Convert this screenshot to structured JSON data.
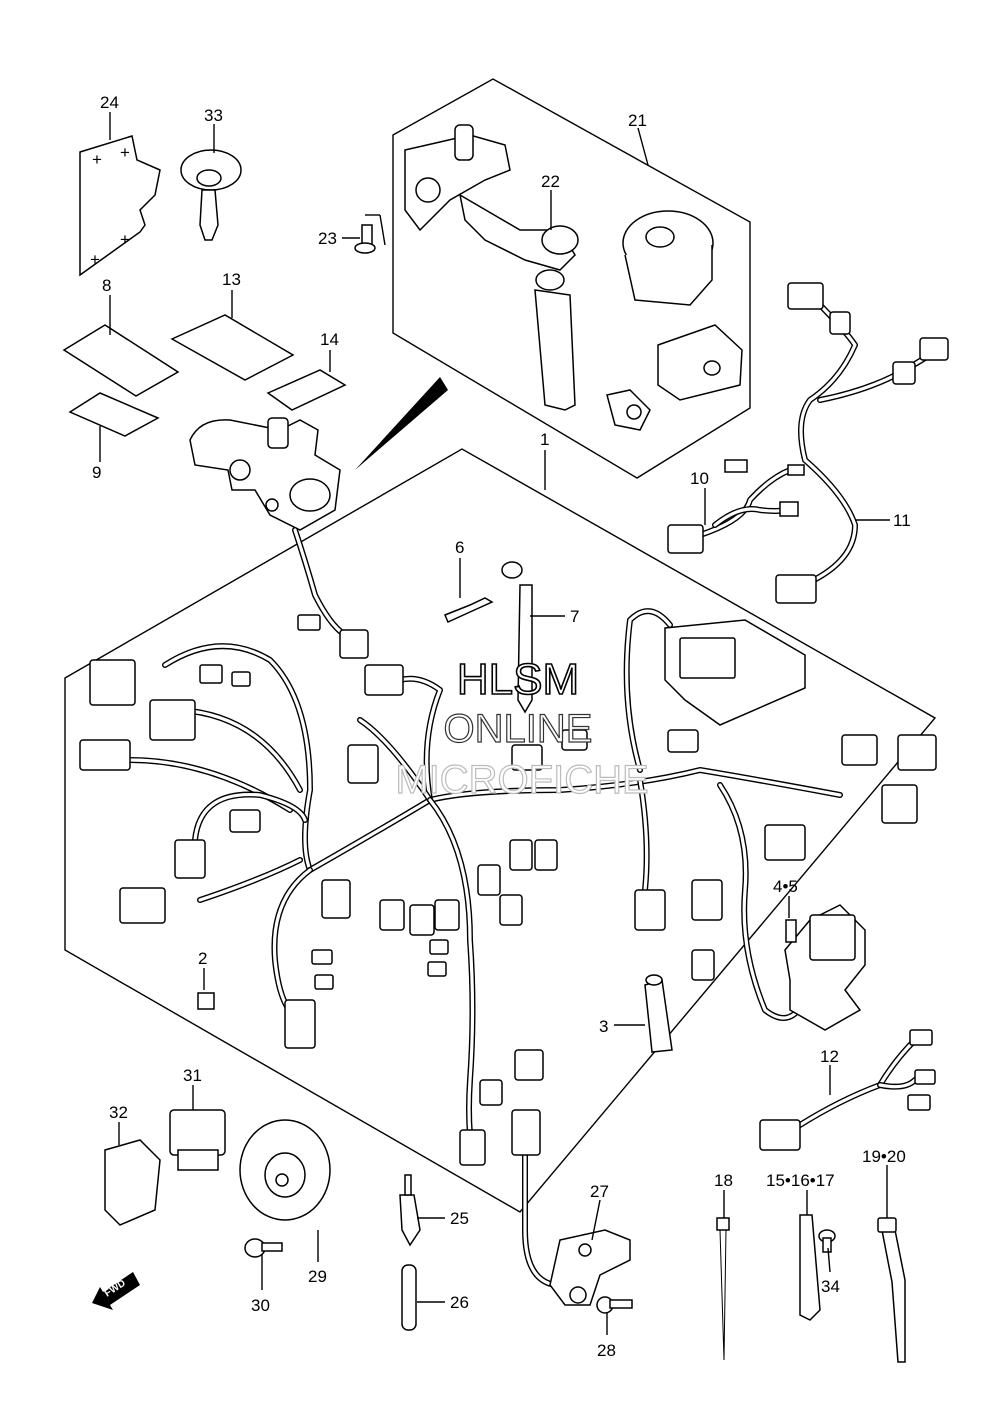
{
  "watermark": {
    "line1": "HLSM",
    "line2": "ONLINE",
    "line3": "MICROFICHE"
  },
  "fwd_label": "FWD",
  "callouts": {
    "c1": "1",
    "c2": "2",
    "c3": "3",
    "c45": "4•5",
    "c6": "6",
    "c7": "7",
    "c8": "8",
    "c9": "9",
    "c10": "10",
    "c11": "11",
    "c12": "12",
    "c13": "13",
    "c14": "14",
    "c151617": "15•16•17",
    "c18": "18",
    "c1920": "19•20",
    "c21": "21",
    "c22": "22",
    "c23": "23",
    "c24": "24",
    "c25": "25",
    "c26": "26",
    "c27": "27",
    "c28": "28",
    "c29": "29",
    "c30": "30",
    "c31": "31",
    "c32": "32",
    "c33": "33",
    "c34": "34"
  }
}
